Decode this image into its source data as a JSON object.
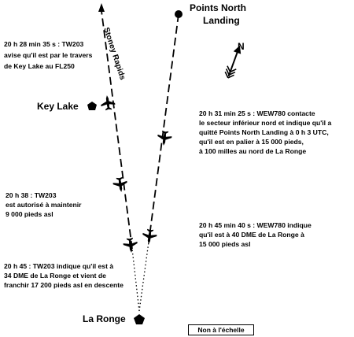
{
  "places": {
    "points_north": [
      "Points North",
      "Landing"
    ],
    "key_lake": "Key Lake",
    "la_ronge": "La Ronge"
  },
  "route_label": "Stoney Rapids",
  "north_label": "N",
  "scale_note": "Non à l'échelle",
  "annotations": {
    "tw203_2028": [
      "20 h 28 min 35 s : TW203",
      "avise qu'il est par le travers",
      "de Key Lake au FL250"
    ],
    "wew780_2031": [
      "20 h 31 min 25 s : WEW780 contacte",
      "le secteur inférieur nord et indique qu'il a",
      "quitté Points North Landing à 0 h 3 UTC,",
      "qu'il est en palier à 15 000 pieds,",
      "à 100 milles au nord de La Ronge"
    ],
    "tw203_2038": [
      "20 h 38 : TW203",
      "est autorisé à maintenir",
      "9 000 pieds asl"
    ],
    "wew780_2045": [
      "20 h 45 min 40 s : WEW780 indique",
      "qu'il est à 40 DME de La Ronge à",
      "15 000 pieds asl"
    ],
    "tw203_2045": [
      "20 h 45 : TW203 indique qu'il est à",
      "34 DME de La Ronge et vient de",
      "franchir 17 200 pieds asl en descente"
    ]
  }
}
